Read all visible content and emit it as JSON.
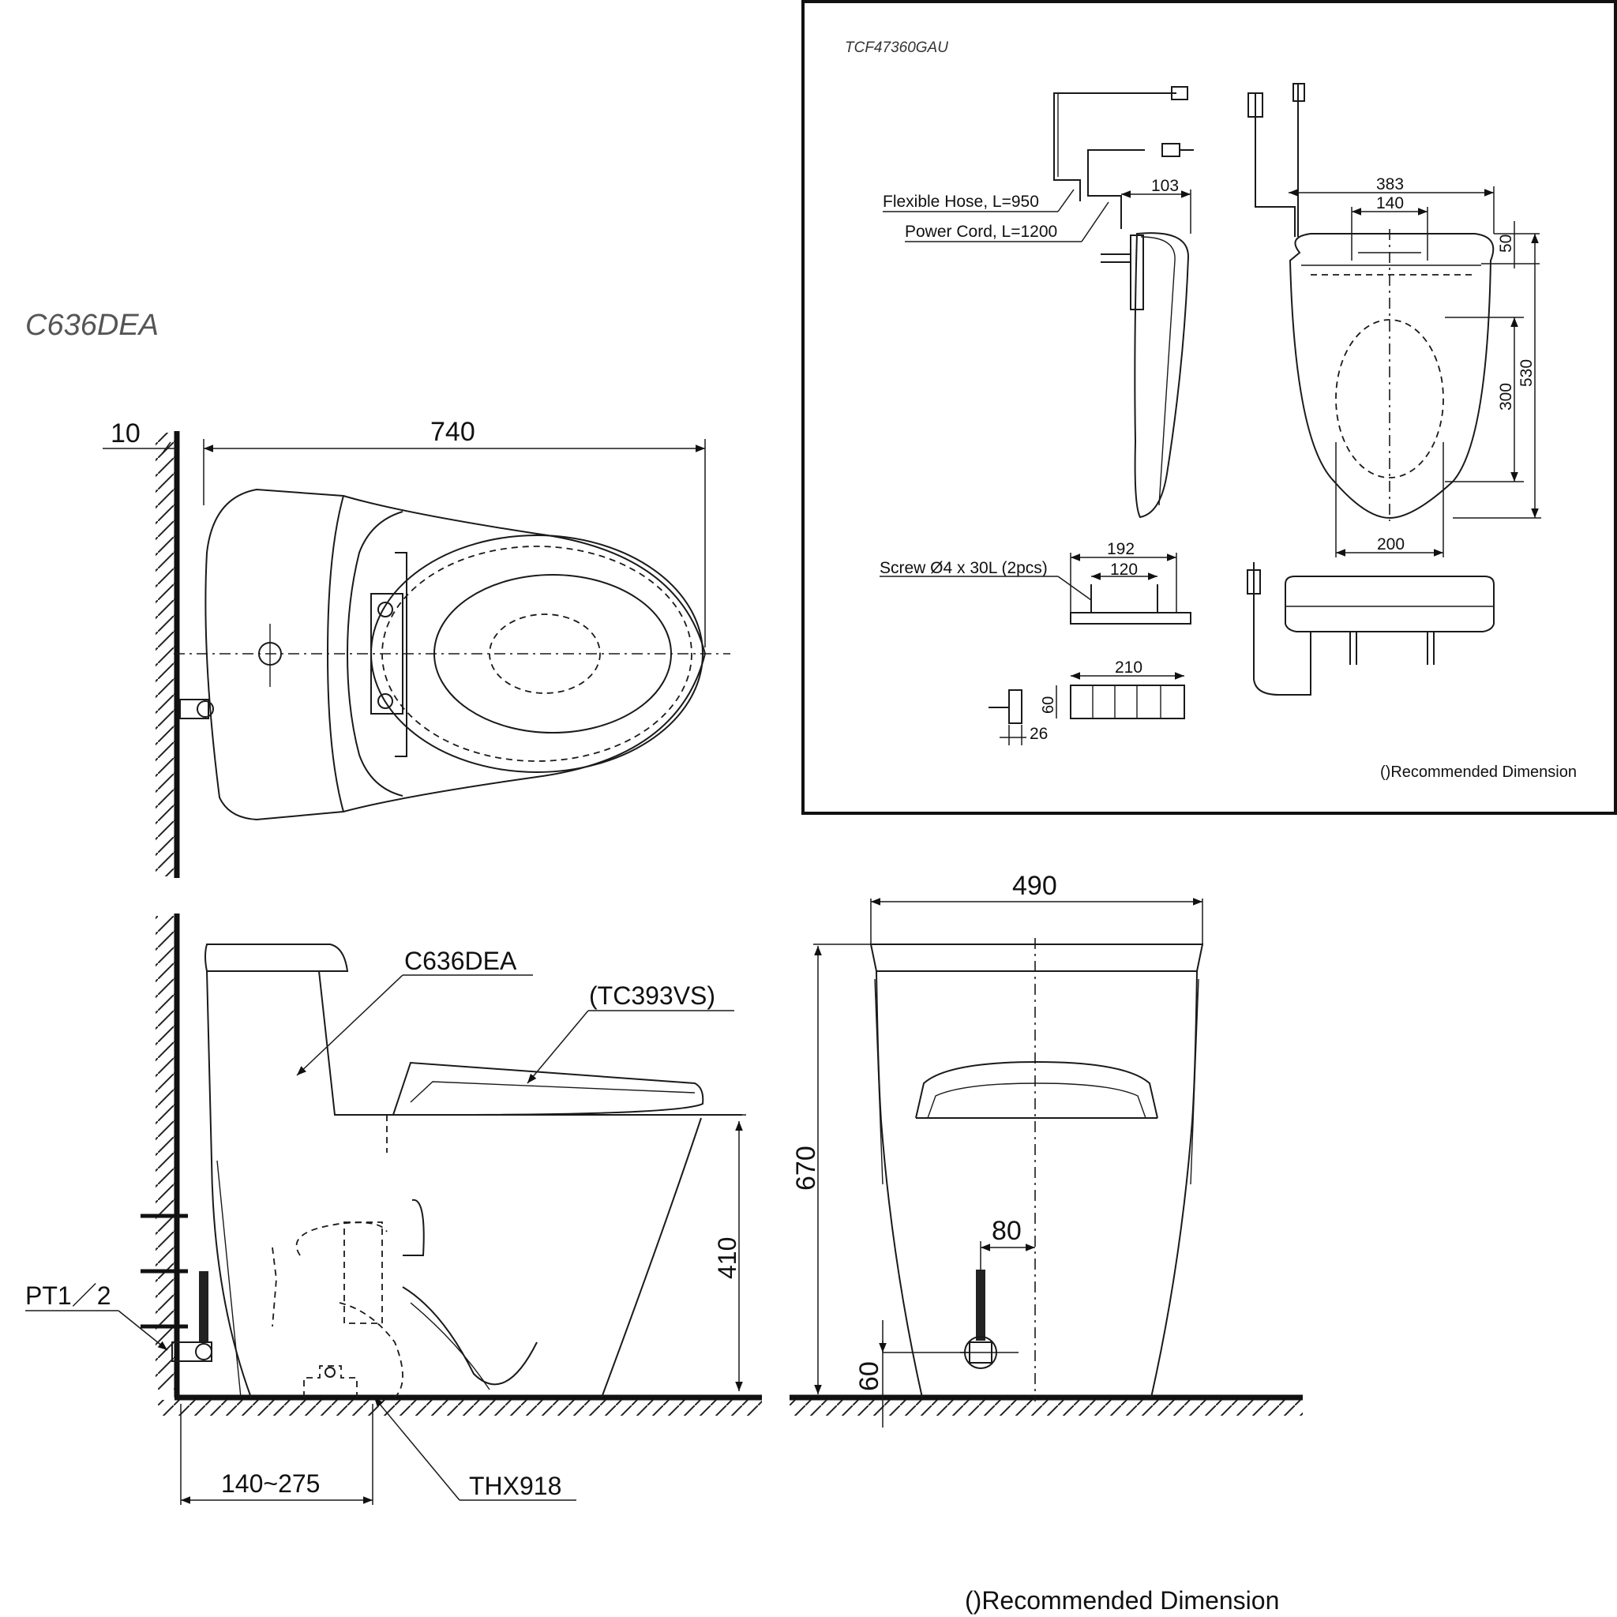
{
  "main_model": "C636DEA",
  "top_view": {
    "dim_wall_gap": "10",
    "dim_length": "740"
  },
  "side_view": {
    "label_bowl": "C636DEA",
    "label_seat": "(TC393VS)",
    "label_supply": "PT1／2",
    "label_flange": "THX918",
    "dim_rough_in": "140~275",
    "dim_rim_height": "410"
  },
  "front_view": {
    "dim_width": "490",
    "dim_height": "670",
    "dim_supply_offset": "80",
    "dim_supply_height": "60"
  },
  "footer_note": "()Recommended Dimension",
  "inset": {
    "model": "TCF47360GAU",
    "label_hose": "Flexible Hose, L=950",
    "label_cord": "Power Cord, L=1200",
    "label_screw": "Screw Ø4 x 30L (2pcs)",
    "dim_103": "103",
    "dim_383": "383",
    "dim_140": "140",
    "dim_50": "50",
    "dim_300": "300",
    "dim_530": "530",
    "dim_200": "200",
    "dim_192": "192",
    "dim_120": "120",
    "dim_210": "210",
    "dim_60": "60",
    "dim_26": "26",
    "note": "()Recommended Dimension"
  }
}
